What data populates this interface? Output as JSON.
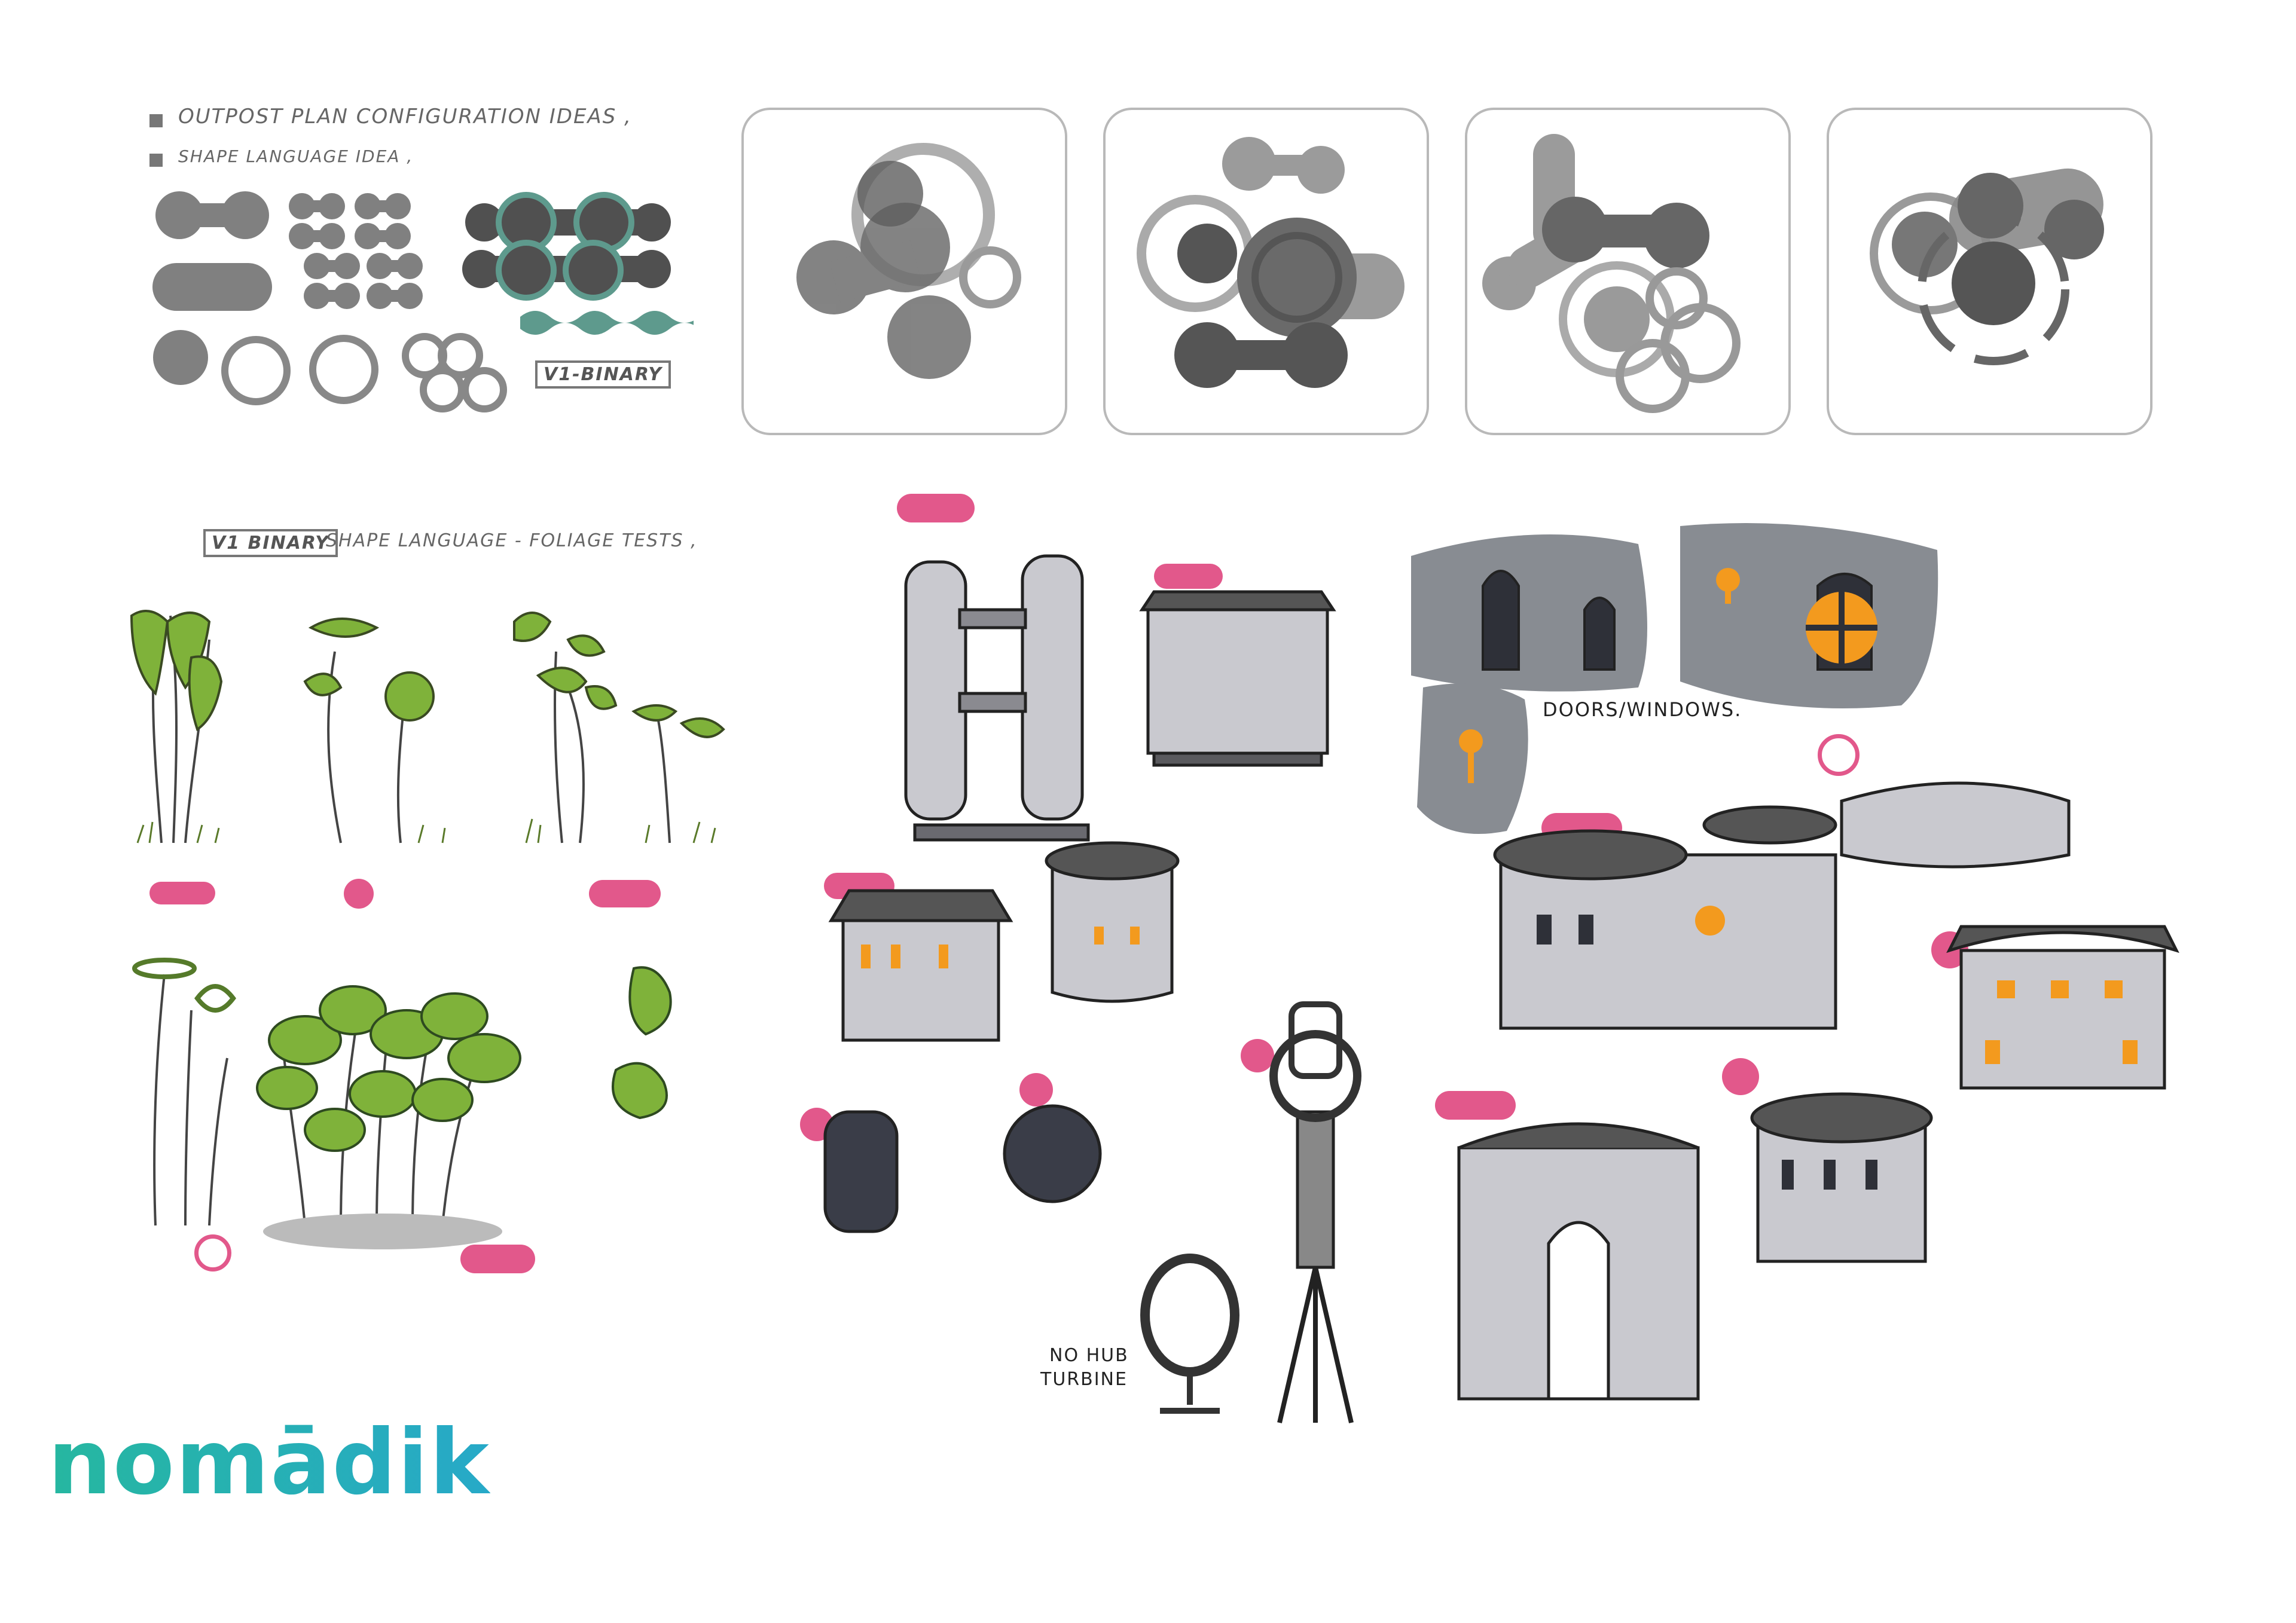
{
  "notes": {
    "bullet1": "OUTPOST PLAN CONFIGURATION IDEAS ,",
    "bullet2": "SHAPE LANGUAGE IDEA ,",
    "v1_binary_tag": "V1-BINARY",
    "foliage_heading_tag": "V1 BINARY",
    "foliage_heading_rest": "SHAPE LANGUAGE - FOLIAGE TESTS ,",
    "doors_windows": "DOORS/WINDOWS.",
    "turbine_line1": "NO HUB",
    "turbine_line2": "TURBINE"
  },
  "brand": {
    "logo": "nomādik"
  },
  "colors": {
    "pink_marker": "#e2588b",
    "teal_accent": "#5e9a8d",
    "shape_gray": "#7a7a7a",
    "panel_border": "#b9b9b9",
    "door_orange": "#f39a1e",
    "foliage_green": "#7fb23a"
  }
}
